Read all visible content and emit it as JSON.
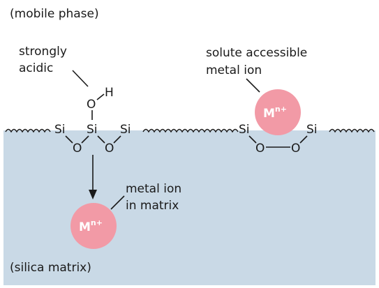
{
  "labels": {
    "mobile_phase": "(mobile phase)",
    "silica_matrix": "(silica matrix)",
    "strongly": "strongly",
    "acidic": "acidic",
    "solute_accessible": "solute accessible",
    "metal_ion": "metal ion",
    "metal_ion_2": "metal ion",
    "in_matrix": "in matrix"
  },
  "atoms": {
    "si": "Si",
    "o": "O",
    "h": "H"
  },
  "ion": {
    "symbol": "M",
    "charge": "n+"
  },
  "colors": {
    "matrix": "#c9d9e6",
    "ion": "#f29aa6",
    "ink": "#1a1a1a"
  }
}
